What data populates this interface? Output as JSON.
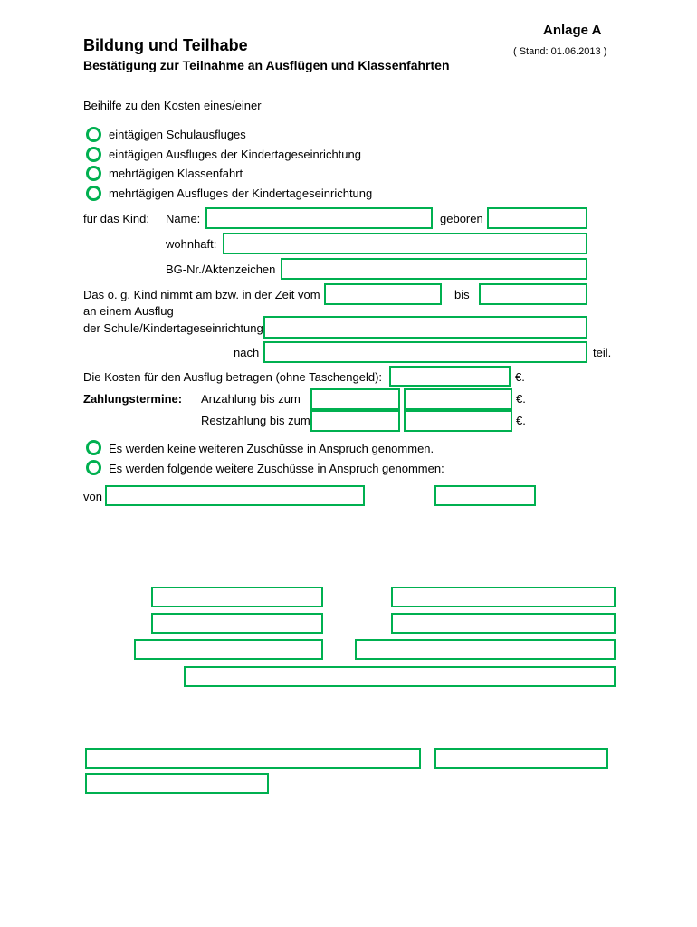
{
  "meta": {
    "annex": "Anlage A",
    "version": "( Stand: 01.06.2013 )"
  },
  "header": {
    "title": "Bildung und Teilhabe",
    "subtitle": "Bestätigung zur Teilnahme an Ausflügen und Klassenfahrten"
  },
  "intro": "Beihilfe zu den Kosten eines/einer",
  "options": [
    "eintägigen Schulausfluges",
    "eintägigen Ausfluges der Kindertageseinrichtung",
    "mehrtägigen Klassenfahrt",
    "mehrtägigen Ausfluges der Kindertageseinrichtung"
  ],
  "child": {
    "for_label": "für das Kind:",
    "name_label": "Name:",
    "born_label": "geboren",
    "address_label": "wohnhaft:",
    "case_label": "BG-Nr./Aktenzeichen"
  },
  "trip": {
    "period_label": "Das o. g. Kind nimmt am bzw. in der Zeit vom",
    "to_label": "bis",
    "excursion_label": "an einem Ausflug",
    "institution_label": "der Schule/Kindertageseinrichtung",
    "destination_label": "nach",
    "participate_label": "teil."
  },
  "costs": {
    "amount_label": "Die Kosten für den Ausflug betragen (ohne Taschengeld):",
    "euro": "€.",
    "terms_label": "Zahlungstermine:",
    "deposit_label": "Anzahlung bis zum",
    "final_label": "Restzahlung bis zum"
  },
  "subsidies": {
    "none_label": "Es werden keine weiteren Zuschüsse in Anspruch genommen.",
    "other_label": "Es werden folgende weitere Zuschüsse in Anspruch genommen:",
    "from_label": "von"
  },
  "inputs": {
    "value_empty": ""
  },
  "colors": {
    "field_border": "#00b050",
    "text": "#000000",
    "page_background": "#ffffff"
  }
}
